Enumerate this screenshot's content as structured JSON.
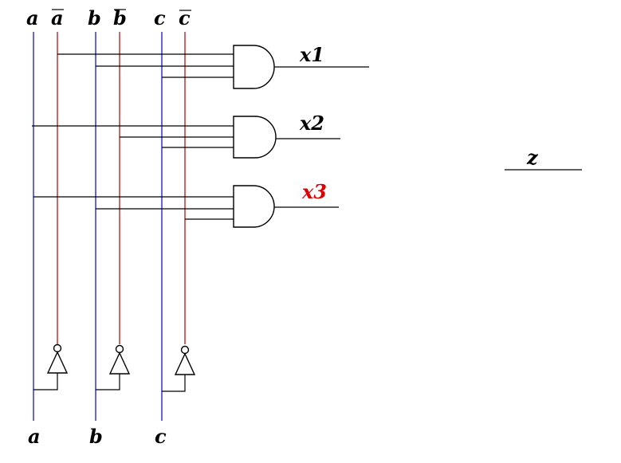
{
  "inputs": {
    "a": "a",
    "a_bar": "a",
    "b": "b",
    "b_bar": "b",
    "c": "c",
    "c_bar": "c"
  },
  "bottom_labels": {
    "a": "a",
    "b": "b",
    "c": "c"
  },
  "gates": [
    {
      "output": "x1",
      "color": "#000000",
      "inputs": [
        "a_bar",
        "b",
        "c"
      ]
    },
    {
      "output": "x2",
      "color": "#000000",
      "inputs": [
        "a",
        "b_bar",
        "c"
      ]
    },
    {
      "output": "x3",
      "color": "#e00000",
      "inputs": [
        "a",
        "b",
        "c_bar"
      ]
    }
  ],
  "final_output": "z",
  "colors": {
    "true_line": "#0000cc",
    "inverted_line": "#b00000",
    "wire": "#000000"
  }
}
